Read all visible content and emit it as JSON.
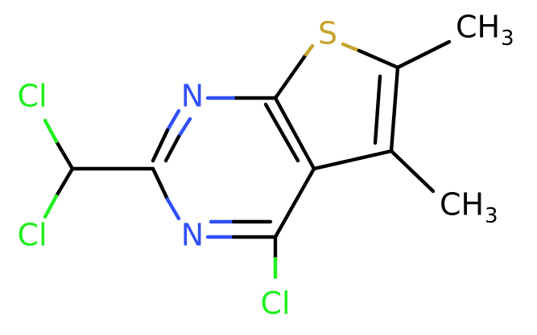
{
  "molecule": {
    "atoms": {
      "sulfur": {
        "label": "S",
        "color": "#C6A32B"
      },
      "nitrogen_top": {
        "label": "N",
        "color": "#3050F8"
      },
      "nitrogen_bottom": {
        "label": "N",
        "color": "#3050F8"
      },
      "chlorine_top": {
        "label": "Cl",
        "color": "#1FF01F"
      },
      "chlorine_bottom": {
        "label": "Cl",
        "color": "#1FF01F"
      },
      "chlorine_ring": {
        "label": "Cl",
        "color": "#1FF01F"
      },
      "methyl_top": {
        "label": "CH",
        "subscript": "3",
        "color": "#000000"
      },
      "methyl_bottom": {
        "label": "CH",
        "subscript": "3",
        "color": "#000000"
      }
    }
  }
}
